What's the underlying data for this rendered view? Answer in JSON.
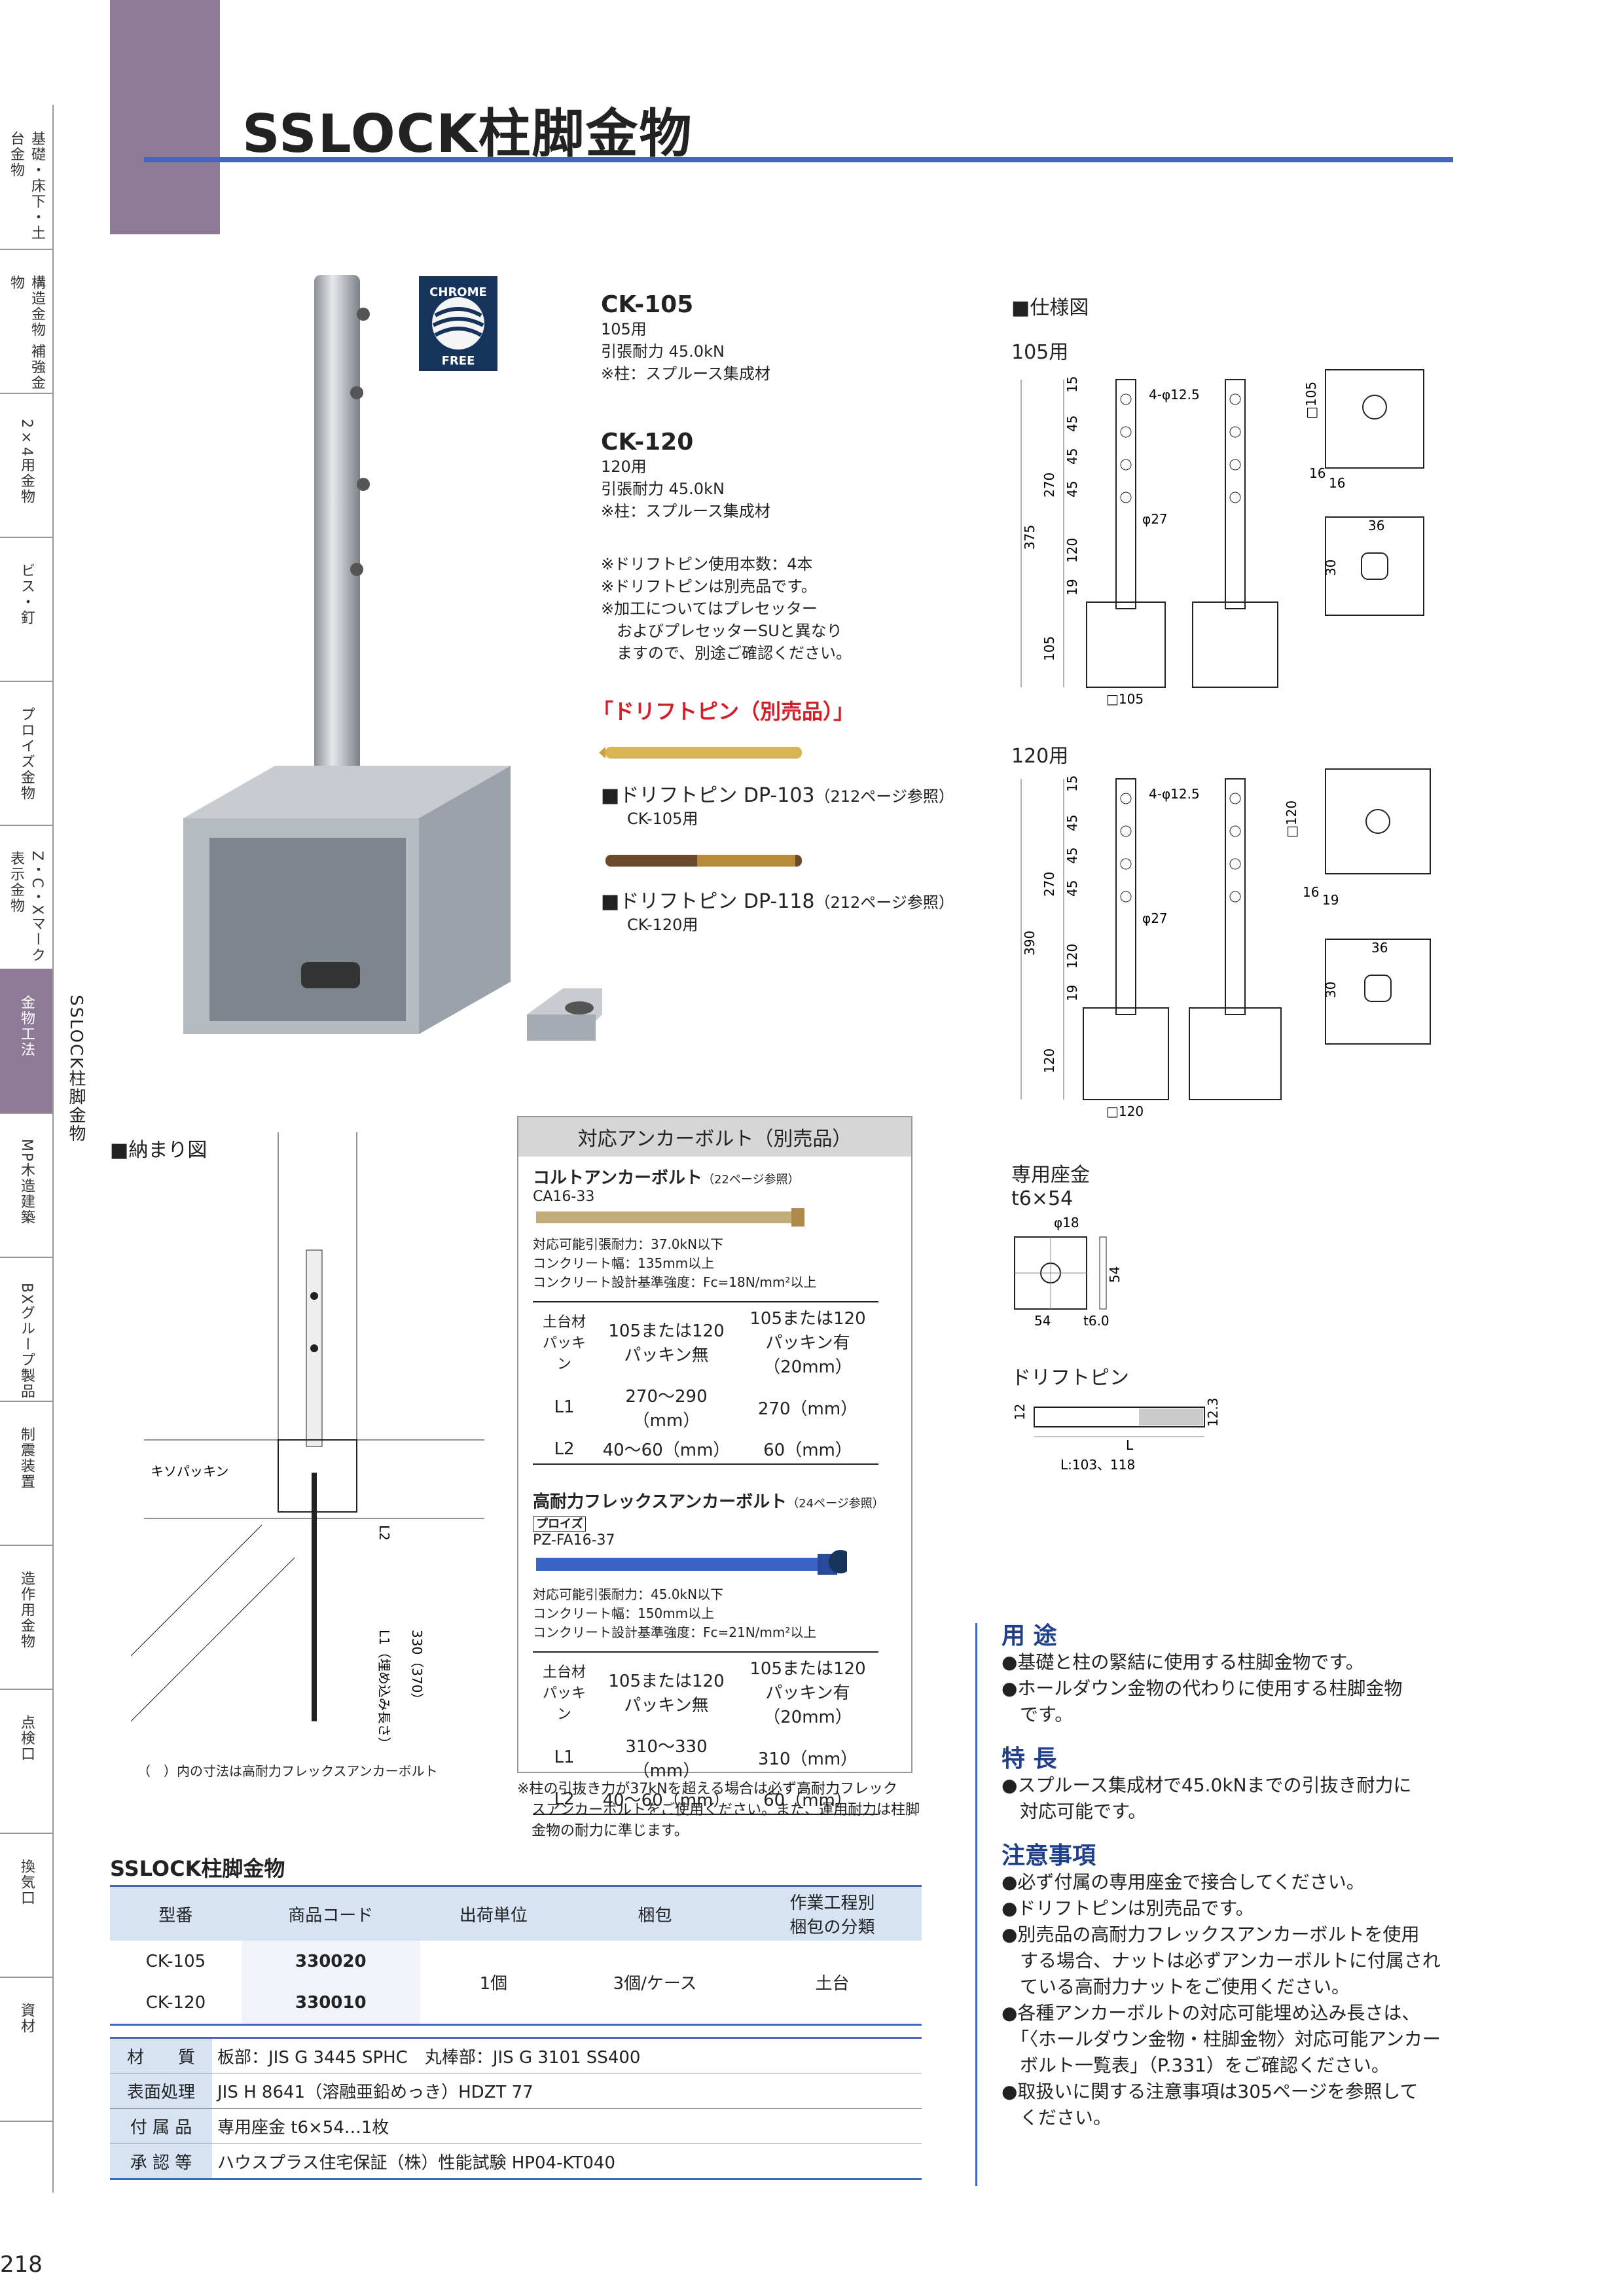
{
  "title": "SSLOCK柱脚金物",
  "side_tabs": [
    {
      "label": "基礎・床下・土台金物"
    },
    {
      "label": "構造金物 補強金物"
    },
    {
      "label": "2×4用金物"
    },
    {
      "label": "ビス・釘"
    },
    {
      "label": "プロイズ金物"
    },
    {
      "label": "Z・C・Xマーク表示金物"
    },
    {
      "label": "金物工法"
    },
    {
      "label": "MP木造建築"
    },
    {
      "label": "BXグループ製品"
    },
    {
      "label": "制震装置"
    },
    {
      "label": "造作用金物"
    },
    {
      "label": "点検口"
    },
    {
      "label": "換気口"
    },
    {
      "label": "資材"
    }
  ],
  "side_subtitle": "SSLOCK柱脚金物",
  "page_number": "218",
  "chrome_badge": {
    "top": "CHROME",
    "bottom": "FREE"
  },
  "products": [
    {
      "code": "CK-105",
      "use": "105用",
      "strength": "引張耐力 45.0kN",
      "note": "※柱：スプルース集成材"
    },
    {
      "code": "CK-120",
      "use": "120用",
      "strength": "引張耐力 45.0kN",
      "note": "※柱：スプルース集成材"
    }
  ],
  "product_notes": [
    "※ドリフトピン使用本数：4本",
    "※ドリフトピンは別売品です。",
    "※加工についてはプレセッター",
    "　およびプレセッターSUと異なり",
    "　ますので、別途ご確認ください。"
  ],
  "drift_pin": {
    "heading": "「ドリフトピン（別売品）」",
    "items": [
      {
        "name": "■ドリフトピン DP-103",
        "ref": "（212ページ参照）",
        "use": "CK-105用"
      },
      {
        "name": "■ドリフトピン DP-118",
        "ref": "（212ページ参照）",
        "use": "CK-120用"
      }
    ]
  },
  "spec_diagram": {
    "heading": "■仕様図",
    "d105": {
      "label": "105用",
      "holes": "4-φ12.5",
      "rod": "φ27",
      "dims": [
        "15",
        "45",
        "45",
        "45",
        "270",
        "375",
        "120",
        "19",
        "105",
        "□105",
        "□105",
        "16",
        "16",
        "36",
        "30"
      ]
    },
    "d120": {
      "label": "120用",
      "holes": "4-φ12.5",
      "rod": "φ27",
      "dims": [
        "15",
        "45",
        "45",
        "45",
        "270",
        "390",
        "120",
        "19",
        "120",
        "□120",
        "□120",
        "16",
        "19",
        "36",
        "30"
      ]
    },
    "washer": {
      "label": "専用座金",
      "size": "t6×54",
      "dims": [
        "φ18",
        "54",
        "54",
        "t6.0"
      ]
    },
    "pin": {
      "label": "ドリフトピン",
      "dims": [
        "12",
        "12.3",
        "L",
        "L:103、118"
      ]
    }
  },
  "install": {
    "heading": "■納まり図",
    "labels": [
      "キソパッキン",
      "L2",
      "L1（埋め込み長さ）",
      "330（370）"
    ],
    "note": "（　）内の寸法は高耐力フレックスアンカーボルト"
  },
  "anchor": {
    "heading": "対応アンカーボルト（別売品）",
    "a1": {
      "name": "コルトアンカーボルト",
      "ref": "（22ページ参照）",
      "code": "CA16-33",
      "lines": [
        "対応可能引張耐力：37.0kN以下",
        "コンクリート幅：135mm以上",
        "コンクリート設計基準強度：Fc=18N/mm²以上"
      ],
      "head": [
        "土台材\nパッキン",
        "105または120\nパッキン無",
        "105または120\nパッキン有（20mm）"
      ],
      "rows": [
        [
          "L1",
          "270〜290（mm）",
          "270（mm）"
        ],
        [
          "L2",
          "40〜60（mm）",
          "60（mm）"
        ]
      ]
    },
    "a2": {
      "name": "高耐力フレックスアンカーボルト",
      "ref": "（24ページ参照）",
      "code": "PZ-FA16-37",
      "badge": "プロイズ",
      "lines": [
        "対応可能引張耐力：45.0kN以下",
        "コンクリート幅：150mm以上",
        "コンクリート設計基準強度：Fc=21N/mm²以上"
      ],
      "head": [
        "土台材\nパッキン",
        "105または120\nパッキン無",
        "105または120\nパッキン有（20mm）"
      ],
      "rows": [
        [
          "L1",
          "310〜330（mm）",
          "310（mm）"
        ],
        [
          "L2",
          "40〜60（mm）",
          "60（mm）"
        ]
      ]
    },
    "footnote": [
      "※柱の引抜き力が37kNを超える場合は必ず高耐力フレック",
      "　スアンカーボルトをご使用ください。また、運用耐力は柱脚",
      "　金物の耐力に準じます。"
    ]
  },
  "product_table": {
    "title": "SSLOCK柱脚金物",
    "headers": [
      "型番",
      "商品コード",
      "出荷単位",
      "梱包",
      "作業工程別\n梱包の分類"
    ],
    "rows": [
      [
        "CK-105",
        "330020"
      ],
      [
        "CK-120",
        "330010"
      ]
    ],
    "unit": "1個",
    "pack": "3個/ケース",
    "category": "土台"
  },
  "specs": [
    {
      "label": "材　　質",
      "value": "板部：JIS G 3445 SPHC　丸棒部：JIS G 3101 SS400"
    },
    {
      "label": "表面処理",
      "value": "JIS H 8641（溶融亜鉛めっき）HDZT 77"
    },
    {
      "label": "付 属 品",
      "value": "専用座金 t6×54…1枚"
    },
    {
      "label": "承 認 等",
      "value": "ハウスプラス住宅保証（株）性能試験 HP04-KT040"
    }
  ],
  "usage": {
    "heading": "用 途",
    "items": [
      "●基礎と柱の緊結に使用する柱脚金物です。",
      "●ホールダウン金物の代わりに使用する柱脚金物",
      "　です。"
    ]
  },
  "features": {
    "heading": "特 長",
    "items": [
      "●スプルース集成材で45.0kNまでの引抜き耐力に",
      "　対応可能です。"
    ]
  },
  "cautions": {
    "heading": "注意事項",
    "items": [
      "●必ず付属の専用座金で接合してください。",
      "●ドリフトピンは別売品です。",
      "●別売品の高耐力フレックスアンカーボルトを使用",
      "　する場合、ナットは必ずアンカーボルトに付属され",
      "　ている高耐力ナットをご使用ください。",
      "●各種アンカーボルトの対応可能埋め込み長さは、",
      "　「〈ホールダウン金物・柱脚金物〉対応可能アンカー",
      "　ボルト一覧表」（P.331）をご確認ください。",
      "●取扱いに関する注意事項は305ページを参照して",
      "　ください。"
    ]
  }
}
